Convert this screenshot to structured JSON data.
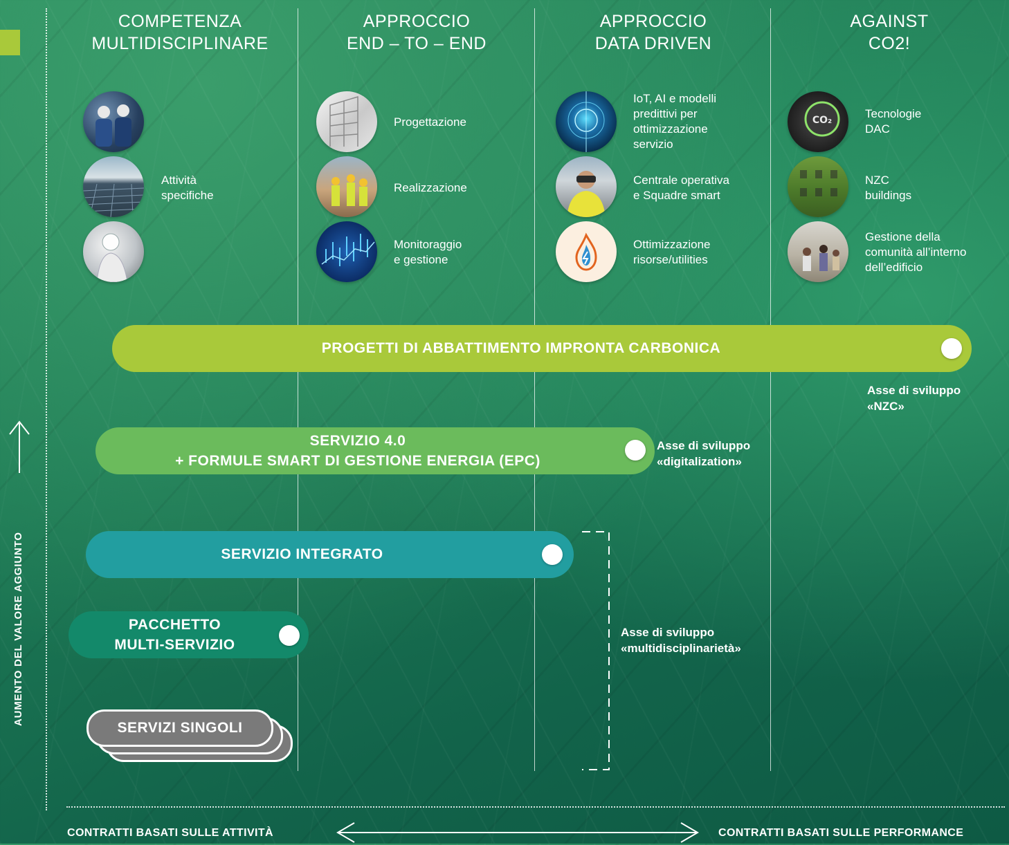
{
  "columns": [
    {
      "title": [
        "COMPETENZA",
        "MULTIDISCIPLINARE"
      ]
    },
    {
      "title": [
        "APPROCCIO",
        "END – TO – END"
      ]
    },
    {
      "title": [
        "APPROCCIO",
        "DATA DRIVEN"
      ]
    },
    {
      "title": [
        "AGAINST",
        "CO2!"
      ]
    }
  ],
  "col1_items": {
    "text": [
      "Attività",
      "specifiche"
    ]
  },
  "col2_items": [
    {
      "text": [
        "Progettazione"
      ]
    },
    {
      "text": [
        "Realizzazione"
      ]
    },
    {
      "text": [
        "Monitoraggio",
        "e gestione"
      ]
    }
  ],
  "col3_items": [
    {
      "text": [
        "IoT, AI e modelli",
        "predittivi per",
        "ottimizzazione",
        "servizio"
      ]
    },
    {
      "text": [
        "Centrale operativa",
        "e Squadre smart"
      ]
    },
    {
      "text": [
        "Ottimizzazione",
        "risorse/utilities"
      ]
    }
  ],
  "col4_items": [
    {
      "text": [
        "Tecnologie",
        "DAC"
      ]
    },
    {
      "text": [
        "NZC",
        "buildings"
      ]
    },
    {
      "text": [
        "Gestione della",
        "comunità all’interno",
        "dell’edificio"
      ]
    }
  ],
  "pills": {
    "carbon": {
      "label": [
        "PROGETTI DI ABBATTIMENTO IMPRONTA CARBONICA"
      ],
      "color": "#a9c93a"
    },
    "servizio40": {
      "label": [
        "SERVIZIO 4.0",
        "+ FORMULE SMART DI GESTIONE ENERGIA (EPC)"
      ],
      "color": "#6bbb5c"
    },
    "integrato": {
      "label": [
        "SERVIZIO INTEGRATO"
      ],
      "color": "#229ea0"
    },
    "pacchetto": {
      "label": [
        "PACCHETTO",
        "MULTI-SERVIZIO"
      ],
      "color": "#13896a"
    },
    "singoli": {
      "label": [
        "SERVIZI SINGOLI"
      ],
      "color": "#7a7a7a"
    }
  },
  "axes": {
    "nzc": [
      "Asse di sviluppo",
      "«NZC»"
    ],
    "digitalization": [
      "Asse di sviluppo",
      "«digitalization»"
    ],
    "multidisciplinarieta": [
      "Asse di sviluppo",
      "«multidisciplinarietà»"
    ]
  },
  "vertical_axis": "AUMENTO DEL VALORE AGGIUNTO",
  "bottom": {
    "left": "CONTRATTI BASATI SULLE ATTIVITÀ",
    "right": "CONTRATTI BASATI SULLE PERFORMANCE"
  },
  "co2_badge": "CO₂"
}
